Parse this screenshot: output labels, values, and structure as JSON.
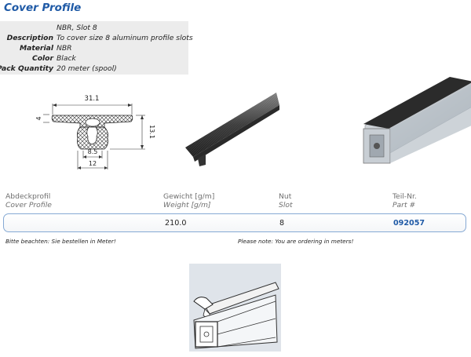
{
  "title": "Cover Profile",
  "specs": {
    "header_value": "NBR, Slot 8",
    "rows": [
      {
        "label": "Description",
        "value": "To cover size 8 aluminum profile slots"
      },
      {
        "label": "Material",
        "value": "NBR"
      },
      {
        "label": "Color",
        "value": "Black"
      },
      {
        "label": "Pack Quantity",
        "value": "20 meter (spool)"
      }
    ]
  },
  "diagram": {
    "dim_width_top": "31.1",
    "dim_thickness": "4",
    "dim_height": "13.1",
    "dim_inner": "8.5",
    "dim_base": "12"
  },
  "table": {
    "headers": [
      {
        "de": "Abdeckprofil",
        "en": "Cover Profile"
      },
      {
        "de": "Gewicht [g/m]",
        "en": "Weight [g/m]"
      },
      {
        "de": "Nut",
        "en": "Slot"
      },
      {
        "de": "Teil-Nr.",
        "en": "Part #"
      }
    ],
    "row": {
      "name": "",
      "weight": "210.0",
      "slot": "8",
      "part": "092057"
    }
  },
  "notes": {
    "de": "Bitte beachten: Sie bestellen in Meter!",
    "en": "Please note: You are ordering in meters!"
  },
  "colors": {
    "accent": "#1f5aa6",
    "spec_bg": "#ececec",
    "row_border": "#86a9d4"
  }
}
